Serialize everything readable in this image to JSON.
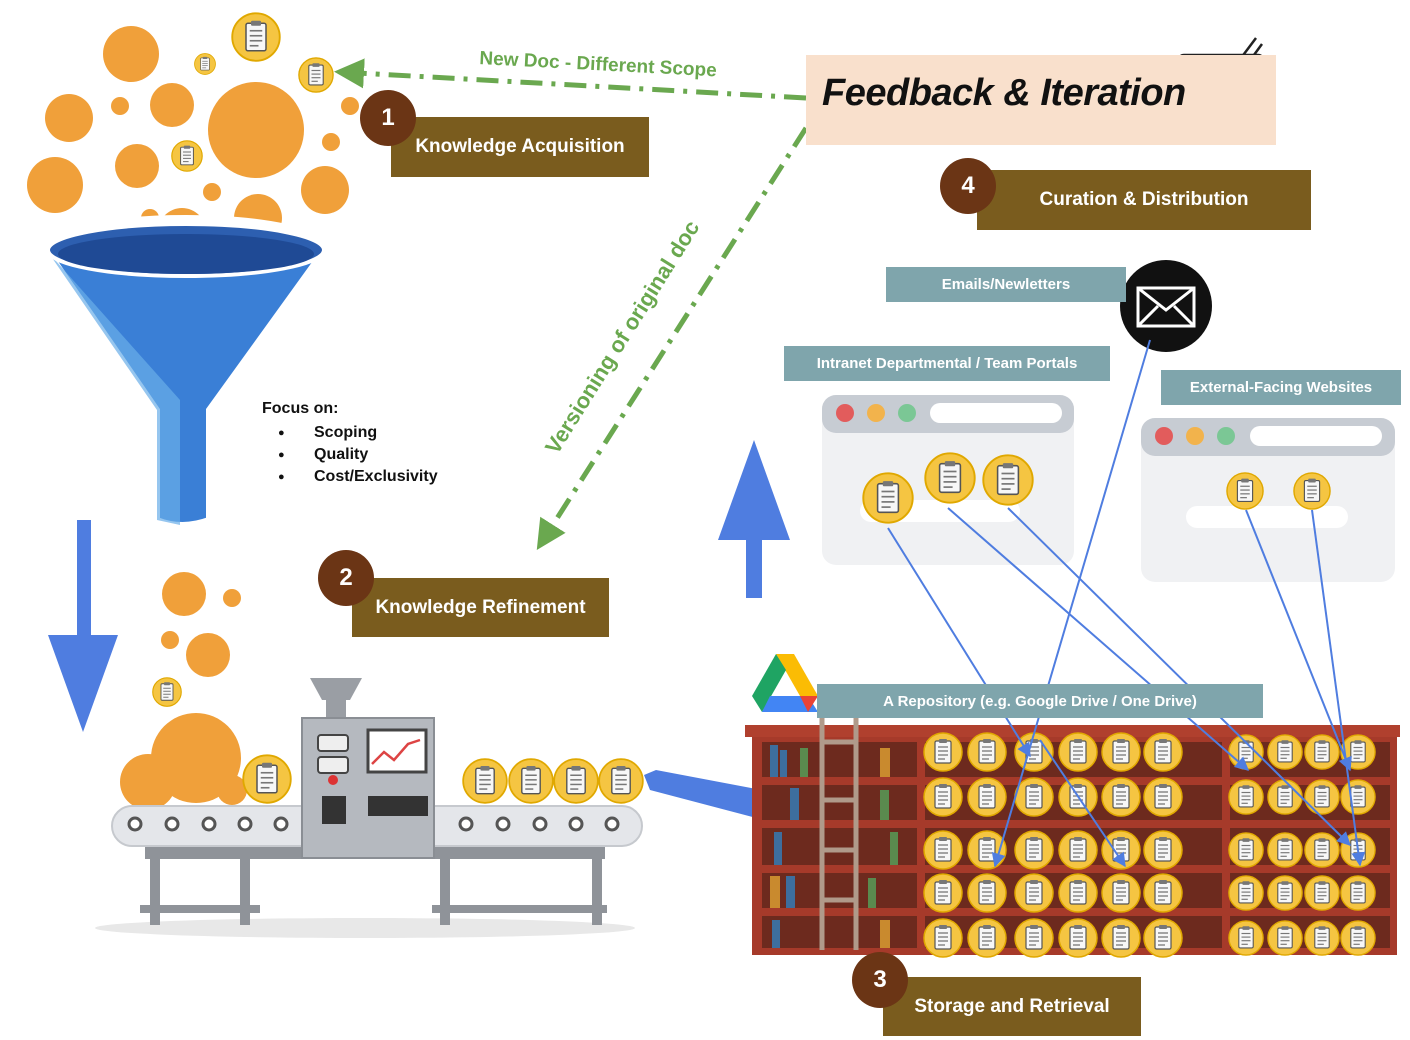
{
  "feedback": {
    "title": "Feedback & Iteration"
  },
  "stages": [
    {
      "number": "1",
      "label": "Knowledge Acquisition"
    },
    {
      "number": "2",
      "label": "Knowledge Refinement"
    },
    {
      "number": "3",
      "label": "Storage and Retrieval"
    },
    {
      "number": "4",
      "label": "Curation & Distribution"
    }
  ],
  "arrows": {
    "new_doc": "New Doc - Different Scope",
    "versioning": "Versioning of original doc"
  },
  "focus": {
    "heading": "Focus on:",
    "items": [
      "Scoping",
      "Quality",
      "Cost/Exclusivity"
    ]
  },
  "channels": {
    "emails": "Emails/Newletters",
    "intranet": "Intranet Departmental / Team Portals",
    "external": "External-Facing Websites",
    "repository": "A Repository (e.g. Google Drive / One Drive)"
  },
  "colors": {
    "stage_label": "#7a5c1e",
    "badge": "#6b3515",
    "teal_label": "#7fa5ac",
    "orange": "#f0a03a",
    "green_dashed": "#6aa84f",
    "blue_arrow": "#4f7de0",
    "shelf": "#a63a2a"
  },
  "icons": [
    "document-icon",
    "envelope-icon",
    "feedback-form-icon",
    "google-drive-icon",
    "funnel-icon",
    "conveyor-machine-icon",
    "bookshelf-icon",
    "browser-window-icon"
  ]
}
